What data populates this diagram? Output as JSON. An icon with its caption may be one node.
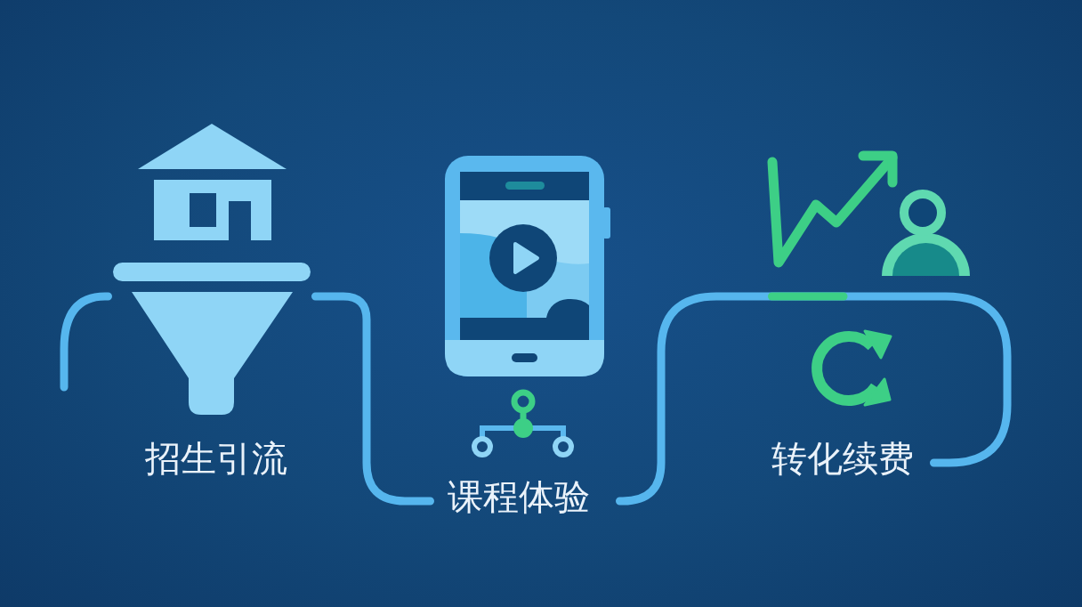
{
  "diagram": {
    "nodes": [
      {
        "text": [
          "招生引流"
        ]
      },
      {
        "text": [
          "课程体验"
        ]
      },
      {
        "text": [
          "转化续费"
        ]
      }
    ],
    "edges": [
      {
        "from": null,
        "to": 0,
        "arrow": "none"
      },
      {
        "from": 0,
        "to": 1,
        "arrow": "none"
      },
      {
        "from": 1,
        "to": 2,
        "arrow": "none"
      }
    ]
  }
}
